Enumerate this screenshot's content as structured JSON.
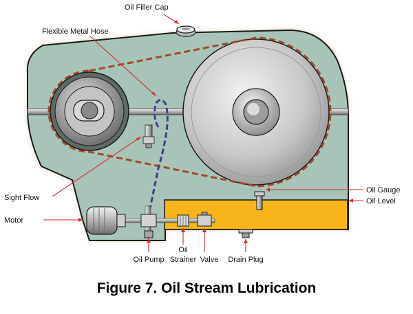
{
  "labels": {
    "oil_filler_cap": "Oil Filler Cap",
    "flexible_metal_hose": "Flexible Metal Hose",
    "sight_flow": "Sight Flow",
    "motor": "Motor",
    "oil_pump": "Oil Pump",
    "oil_strainer_line1": "Oil",
    "oil_strainer_line2": "Strainer",
    "valve": "Valve",
    "drain_plug": "Drain Plug",
    "oil_gauge": "Oil Gauge",
    "oil_level": "Oil Level"
  },
  "caption": "Figure 7. Oil Stream Lubrication",
  "colors": {
    "housing": "#a8c4b8",
    "housing_stroke": "#1a1a1a",
    "oil": "#f7b51b",
    "chain": "#a04a2a",
    "hose": "#4a3a8a",
    "leader": "#d42a2a",
    "metal_light": "#e4e4e4",
    "metal_dark": "#7a7a7a"
  }
}
